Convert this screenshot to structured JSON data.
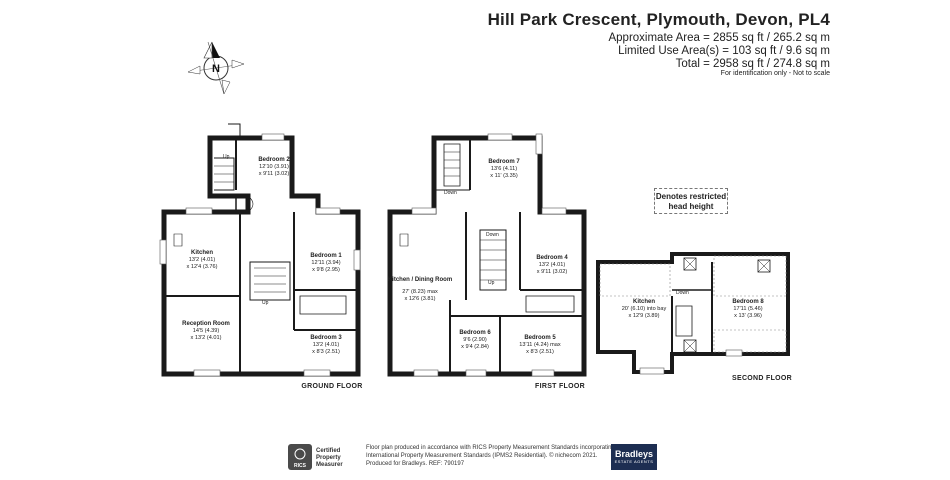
{
  "header": {
    "title": "Hill Park Crescent, Plymouth, Devon, PL4",
    "approx_area": "Approximate Area = 2855 sq ft / 265.2 sq m",
    "limited_area": "Limited Use Area(s) = 103 sq ft / 9.6 sq m",
    "total_area": "Total = 2958 sq ft / 274.8 sq m",
    "note": "For identification only - Not to scale"
  },
  "compass": {
    "label": "N"
  },
  "legend": {
    "restricted": "Denotes restricted head height"
  },
  "floors": {
    "ground": {
      "label": "GROUND FLOOR",
      "rooms": [
        {
          "name": "Bedroom 2",
          "dims": [
            "12'10 (3.91)",
            "x 9'11 (3.02)"
          ]
        },
        {
          "name": "Kitchen",
          "dims": [
            "13'2 (4.01)",
            "x 12'4 (3.76)"
          ]
        },
        {
          "name": "Bedroom 1",
          "dims": [
            "12'11 (3.94)",
            "x 9'8 (2.95)"
          ]
        },
        {
          "name": "Reception Room",
          "dims": [
            "14'5 (4.39)",
            "x 13'2 (4.01)"
          ]
        },
        {
          "name": "Bedroom 3",
          "dims": [
            "13'2 (4.01)",
            "x 8'3 (2.51)"
          ]
        }
      ],
      "labels": [
        "Up",
        "Up"
      ]
    },
    "first": {
      "label": "FIRST FLOOR",
      "rooms": [
        {
          "name": "Bedroom 7",
          "dims": [
            "13'6 (4.11)",
            "x 11' (3.35)"
          ]
        },
        {
          "name": "Bedroom 4",
          "dims": [
            "13'2 (4.01)",
            "x 9'11 (3.02)"
          ]
        },
        {
          "name": "Kitchen / Dining Room",
          "dims": [
            "27' (8.23) max",
            "x 12'6 (3.81)"
          ]
        },
        {
          "name": "Bedroom 6",
          "dims": [
            "9'6 (2.90)",
            "x 9'4 (2.84)"
          ]
        },
        {
          "name": "Bedroom 5",
          "dims": [
            "13'11 (4.24) max",
            "x 8'3 (2.51)"
          ]
        }
      ],
      "labels": [
        "Down",
        "Down",
        "Up"
      ]
    },
    "second": {
      "label": "SECOND FLOOR",
      "rooms": [
        {
          "name": "Kitchen",
          "dims": [
            "20' (6.10) into bay",
            "x 12'9 (3.89)"
          ]
        },
        {
          "name": "Bedroom 8",
          "dims": [
            "17'11 (5.46)",
            "x 13' (3.96)"
          ]
        }
      ],
      "labels": [
        "Down"
      ]
    }
  },
  "footer": {
    "badge_line1": "Certified",
    "badge_line2": "Property",
    "badge_line3": "Measurer",
    "badge_logo": "RICS",
    "text_line1": "Floor plan produced in accordance with RICS Property Measurement Standards incorporating",
    "text_line2": "International Property Measurement Standards (IPMS2 Residential).  © nichecom 2021.",
    "text_line3": "Produced for Bradleys.   REF: 790197",
    "brand_name": "Bradleys",
    "brand_sub": "ESTATE AGENTS"
  },
  "colors": {
    "wall": "#1a1a1a",
    "brand_bg": "#1d2e52",
    "window": "#ffffff"
  }
}
